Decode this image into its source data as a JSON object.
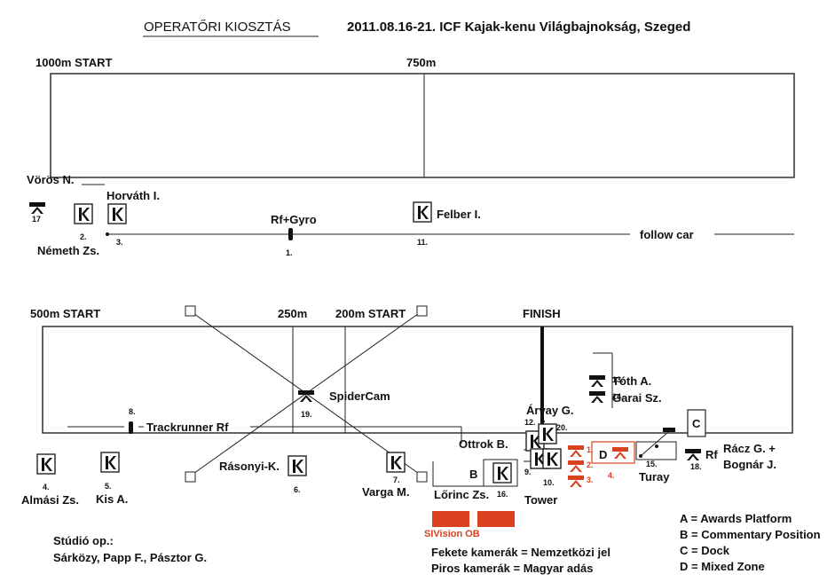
{
  "header": {
    "title": "OPERATŐRI KIOSZTÁS",
    "event": "2011.08.16-21.  ICF Kajak-kenu Világbajnokság, Szeged"
  },
  "upper_course": {
    "start_label": "1000m START",
    "mid_label": "750m",
    "follow_car": "follow car",
    "rf_gyro": "Rf+Gyro"
  },
  "lower_course": {
    "start_500": "500m START",
    "m250": "250m",
    "start_200": "200m START",
    "finish": "FINISH",
    "spidercam": "SpiderCam",
    "trackrunner": "Trackrunner Rf",
    "tower": "Tower",
    "zone_b": "B",
    "zone_c": "C",
    "zone_d": "D"
  },
  "operators": {
    "voros": "Vörös N.",
    "horvath": "Horváth I.",
    "nemeth": "Németh Zs.",
    "felber": "Felber I.",
    "almasi": "Almási Zs.",
    "kis": "Kis A.",
    "rasonyi": "Rásonyi-K.",
    "varga": "Varga M.",
    "lorinc": "Lőrinc Zs.",
    "ottrok": "Ottrok B.",
    "arvay": "Árvay G.",
    "toth": "Tóth A.",
    "garai": "Garai Sz.",
    "turay": "Turay",
    "rf": "Rf",
    "racz": "Rácz G. +",
    "bognar": "Bognár J."
  },
  "numbers": {
    "n1": "1.",
    "n2": "2.",
    "n3": "3.",
    "n4": "4.",
    "n5": "5.",
    "n6": "6.",
    "n7": "7.",
    "n8": "8.",
    "n9": "9.",
    "n10": "10.",
    "n11": "11.",
    "n12": "12.",
    "n13": "13.",
    "n14": "14.",
    "n15": "15.",
    "n16": "16.",
    "n17": "17",
    "n18": "18.",
    "n19": "19.",
    "n20": "20.",
    "r1": "1.",
    "r2": "2.",
    "r3": "3.",
    "r4": "4."
  },
  "studio": {
    "label": "Stúdió op.:",
    "names": "Sárközy, Papp F., Pásztor G."
  },
  "ob_label": "SIVision OB",
  "legend": {
    "black_cameras": "Fekete kamerák = Nemzetközi jel",
    "red_cameras": "Piros kamerák = Magyar adás",
    "a": "A = Awards Platform",
    "b": "B = Commentary Position",
    "c": "C = Dock",
    "d": "D = Mixed Zone"
  },
  "colors": {
    "accent_red": "#d9411f",
    "line": "#222222"
  }
}
